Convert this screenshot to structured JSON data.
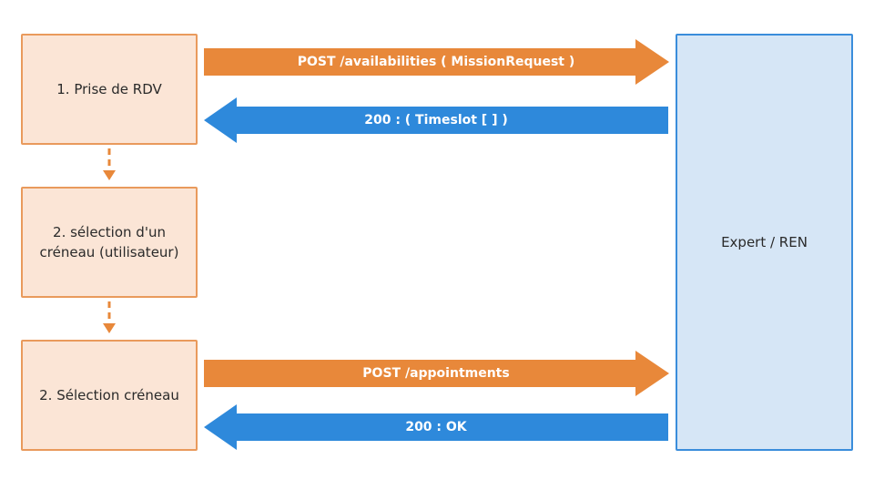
{
  "steps": [
    {
      "label": "1. Prise de RDV"
    },
    {
      "label": "2. sélection d'un\ncréneau (utilisateur)"
    },
    {
      "label": "2. Sélection créneau"
    }
  ],
  "expert": {
    "label": "Expert / REN"
  },
  "arrows": [
    {
      "label": "POST /availabilities ( MissionRequest )",
      "color": "#e8883a"
    },
    {
      "label": "200 : ( Timeslot [ ] )",
      "color": "#2e89db"
    },
    {
      "label": "POST /appointments",
      "color": "#e8883a"
    },
    {
      "label": "200 : OK",
      "color": "#2e89db"
    }
  ],
  "connector_color": "#e8883a"
}
